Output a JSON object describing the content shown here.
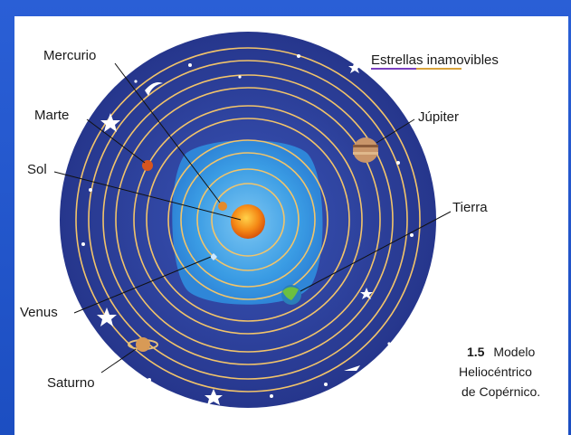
{
  "labels": {
    "mercurio": "Mercurio",
    "marte": "Marte",
    "sol": "Sol",
    "venus": "Venus",
    "saturno": "Saturno",
    "estrellas": "Estrellas inamovibles",
    "jupiter": "Júpiter",
    "tierra": "Tierra"
  },
  "caption": {
    "number": "1.5",
    "line1": "Modelo",
    "line2": "Heliocéntrico",
    "line3": "de Copérnico."
  },
  "colors": {
    "frame": "#1d4fc4",
    "outer_sphere": "#2b3f96",
    "inner_sphere": "#2f8fe0",
    "orbit": "#f2c46a",
    "sun": "#f07a12"
  }
}
